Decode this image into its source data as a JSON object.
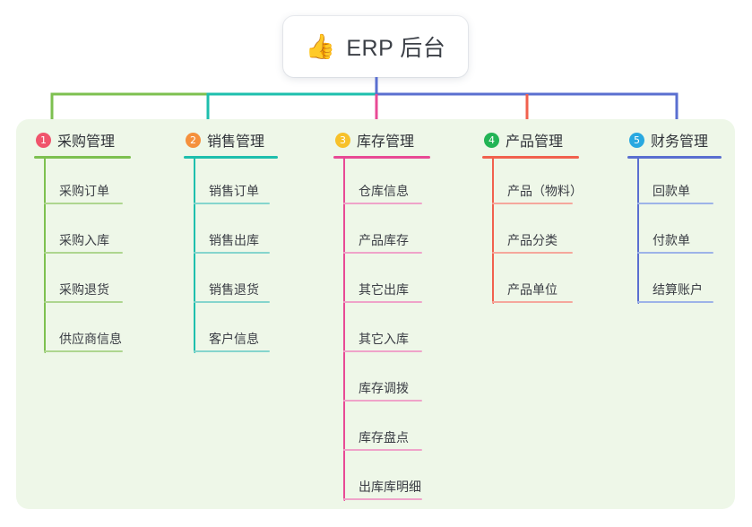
{
  "root": {
    "icon": "thumbs-up-emoji",
    "emoji": "👍",
    "title": "ERP 后台"
  },
  "colors": {
    "panel_background": "#eef7e8",
    "page_background": "#ffffff",
    "text": "#3a3d44",
    "green": "#7dc050",
    "teal": "#1ebfad",
    "pink": "#e84a95",
    "red": "#f1614e",
    "blue": "#5a6fd0",
    "light_blue": "#7f9ae0",
    "badge_1": "#f0546c",
    "badge_2": "#f5903c",
    "badge_3": "#f7c12a",
    "badge_4": "#22b455",
    "badge_5": "#29a8e0"
  },
  "columns": [
    {
      "index": "1",
      "title": "采购管理",
      "badge_color": "#f0546c",
      "line_color": "#7dc050",
      "leaf_line_color": "#aed68f",
      "items": [
        "采购订单",
        "采购入库",
        "采购退货",
        "供应商信息"
      ]
    },
    {
      "index": "2",
      "title": "销售管理",
      "badge_color": "#f5903c",
      "line_color": "#1ebfad",
      "leaf_line_color": "#85d5cd",
      "items": [
        "销售订单",
        "销售出库",
        "销售退货",
        "客户信息"
      ]
    },
    {
      "index": "3",
      "title": "库存管理",
      "badge_color": "#f7c12a",
      "line_color": "#e84a95",
      "leaf_line_color": "#efa3c9",
      "items": [
        "仓库信息",
        "产品库存",
        "其它出库",
        "其它入库",
        "库存调拨",
        "库存盘点",
        "出库库明细"
      ]
    },
    {
      "index": "4",
      "title": "产品管理",
      "badge_color": "#22b455",
      "line_color": "#f1614e",
      "leaf_line_color": "#f5a79c",
      "items": [
        "产品（物料）",
        "产品分类",
        "产品单位"
      ]
    },
    {
      "index": "5",
      "title": "财务管理",
      "badge_color": "#29a8e0",
      "line_color": "#5a6fd0",
      "leaf_line_color": "#9db3e8",
      "items": [
        "回款单",
        "付款单",
        "结算账户"
      ]
    }
  ]
}
